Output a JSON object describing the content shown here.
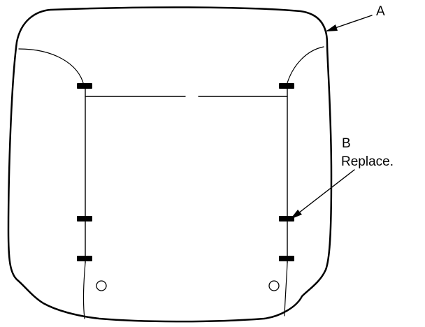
{
  "callouts": {
    "a": {
      "letter": "A"
    },
    "b": {
      "letter": "B",
      "note": "Replace."
    }
  },
  "colors": {
    "line": "#000000",
    "background": "#ffffff"
  }
}
